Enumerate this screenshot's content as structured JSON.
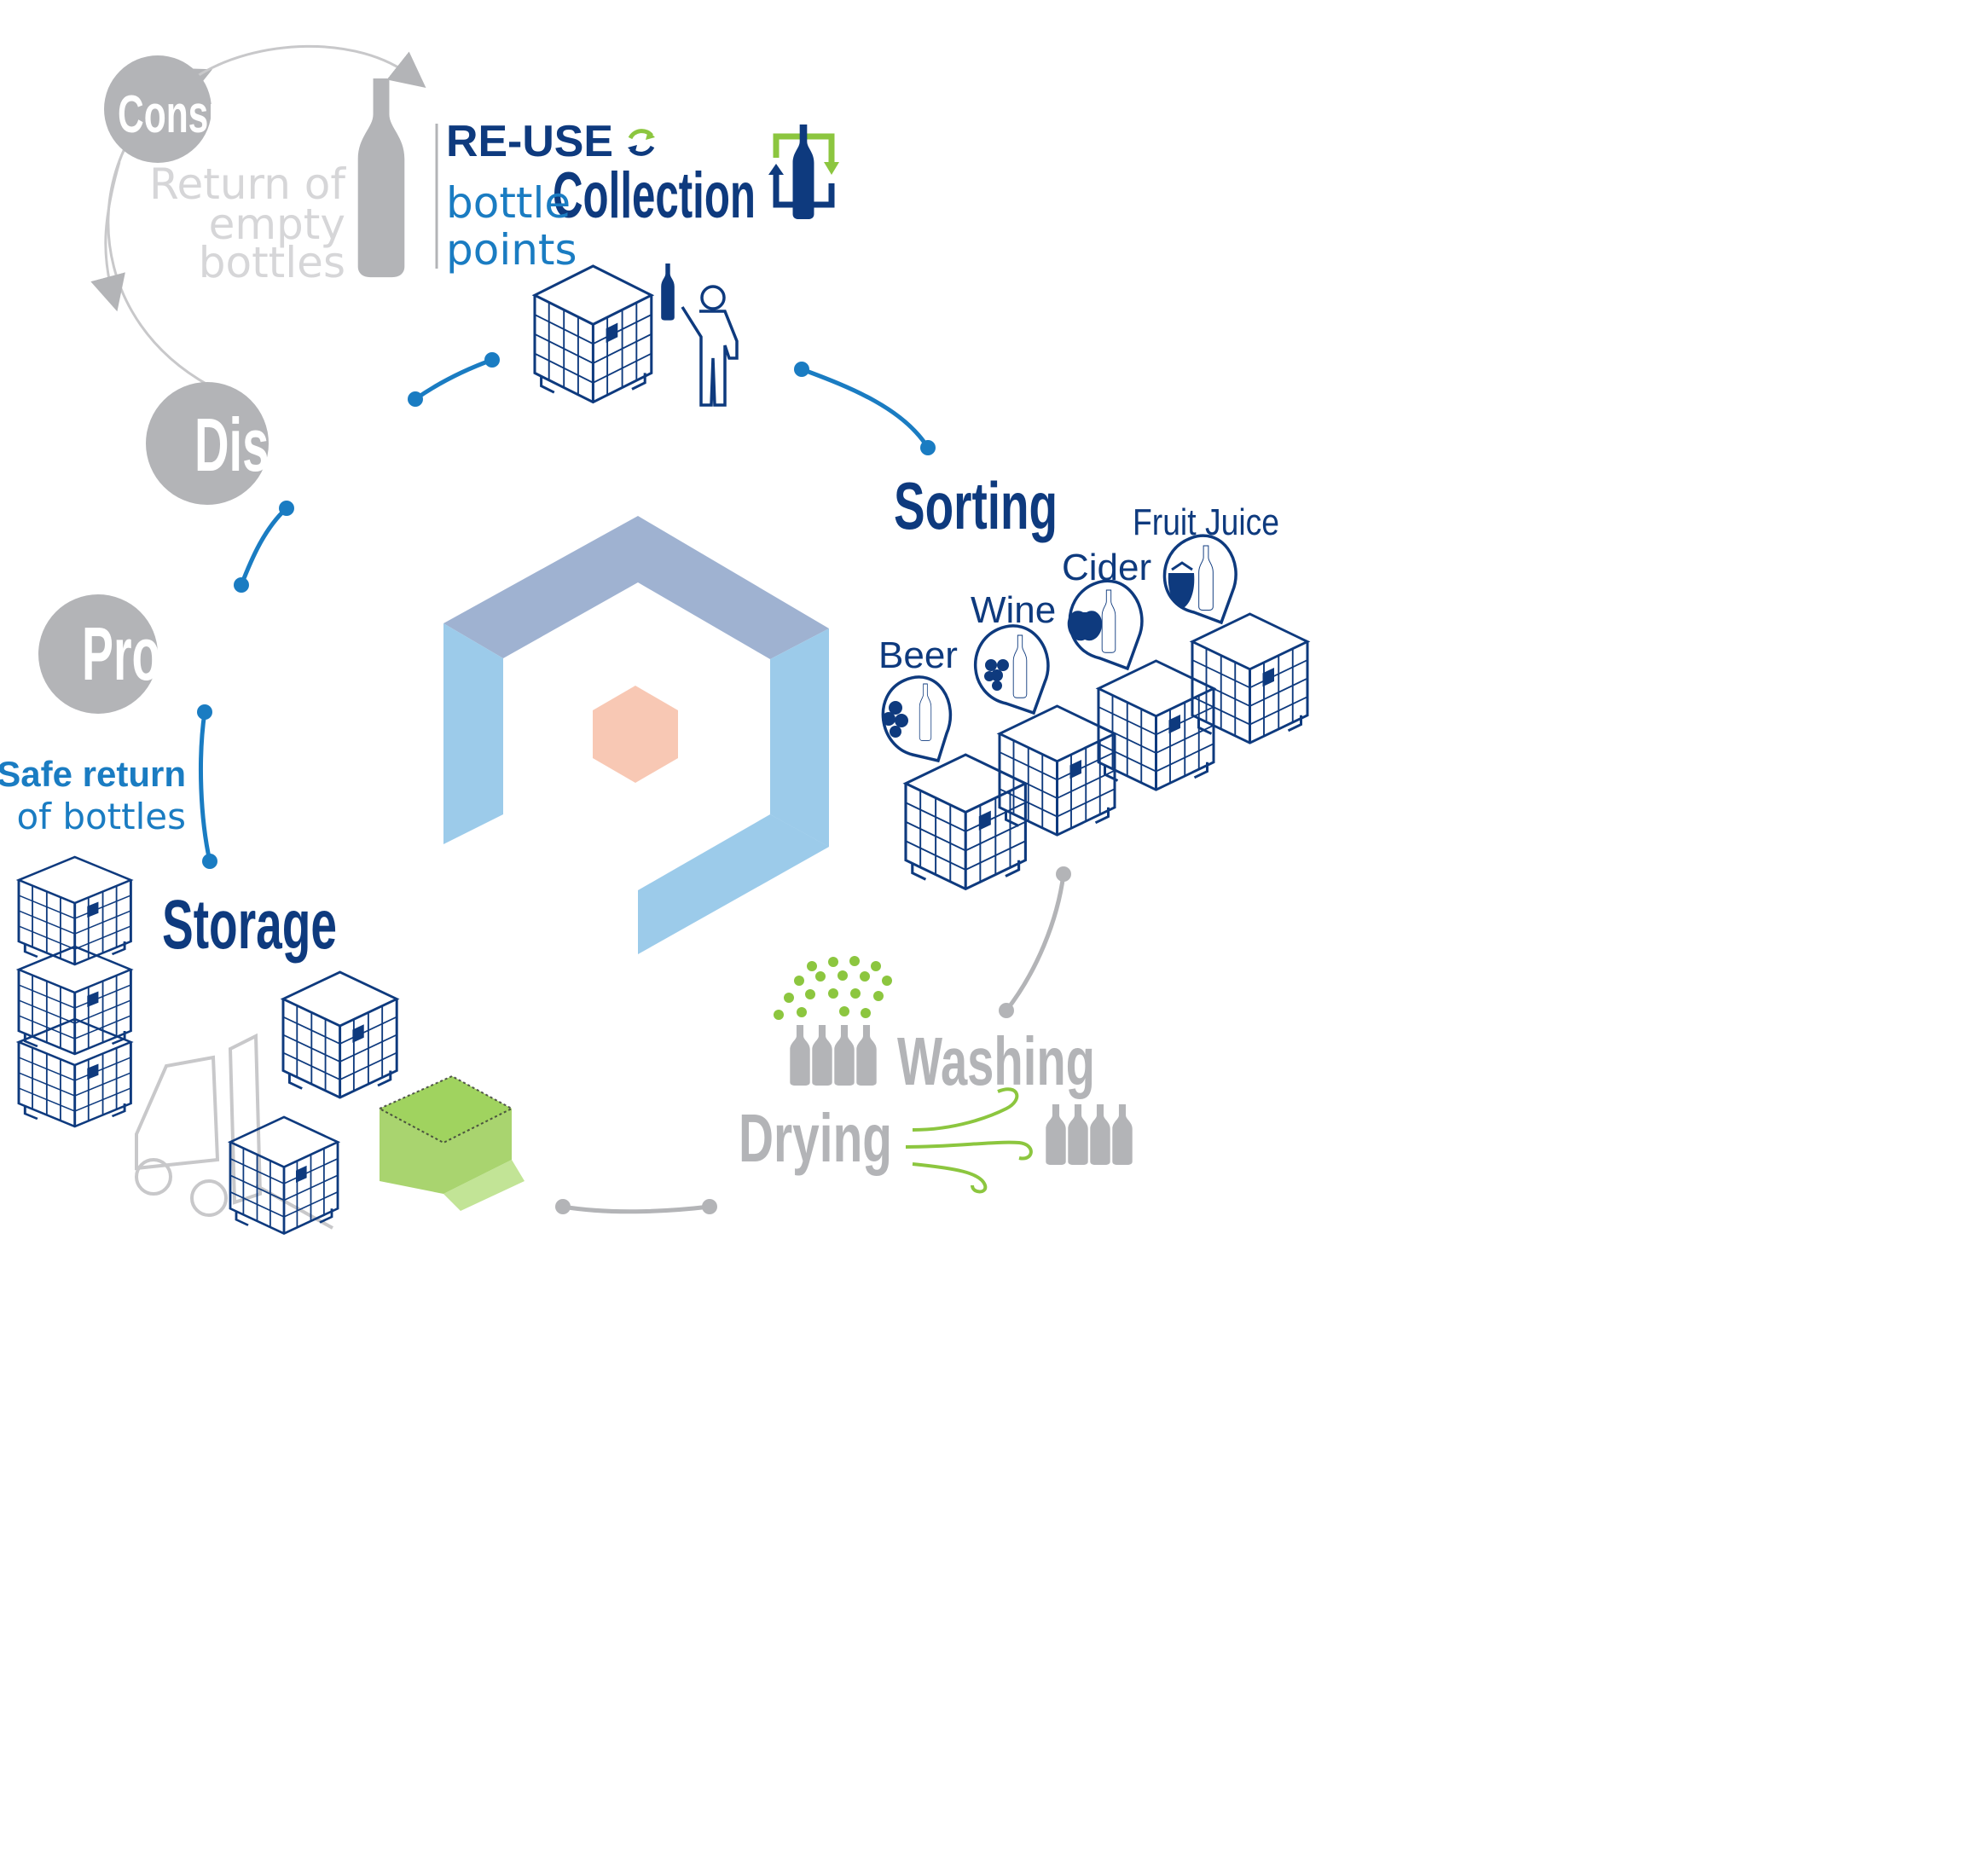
{
  "colors": {
    "navy": "#0e3a7e",
    "blue": "#1a7cc2",
    "grey": "#b3b4b7",
    "lightgrey": "#d6d6d8",
    "green": "#8cc63f",
    "hex_top": "#9fb2d1",
    "hex_side": "#9ccbea",
    "hex_core": "#f8c8b4"
  },
  "consumers": {
    "title": "Consumers",
    "note": [
      "Return of",
      "empty",
      "bottles"
    ],
    "icon": "bottle-icon"
  },
  "collection": {
    "reuse": "RE-USE",
    "title": "Collection",
    "sub": [
      "bottle",
      "points"
    ],
    "icons": [
      "recycle-icon",
      "bottle-return-icon",
      "crate-icon",
      "person-icon"
    ]
  },
  "distributors": {
    "title": "Distributors"
  },
  "producers": {
    "title": "Producers"
  },
  "safe_return": {
    "line1": "Safe return",
    "line2": "of bottles"
  },
  "storage": {
    "title": "Storage",
    "icons": [
      "crate-stack-icon",
      "forklift-icon",
      "pallet-icon",
      "cover-icon"
    ]
  },
  "sorting": {
    "title": "Sorting",
    "categories": [
      {
        "label": "Beer",
        "icon": "hops-icon"
      },
      {
        "label": "Wine",
        "icon": "grapes-icon"
      },
      {
        "label": "Cider",
        "icon": "apple-icon"
      },
      {
        "label": "Fruit Juice",
        "icon": "strawberry-icon"
      }
    ]
  },
  "washing": {
    "title": "Washing",
    "icon": "spray-icon"
  },
  "drying": {
    "title": "Drying",
    "icon": "wind-icon"
  }
}
